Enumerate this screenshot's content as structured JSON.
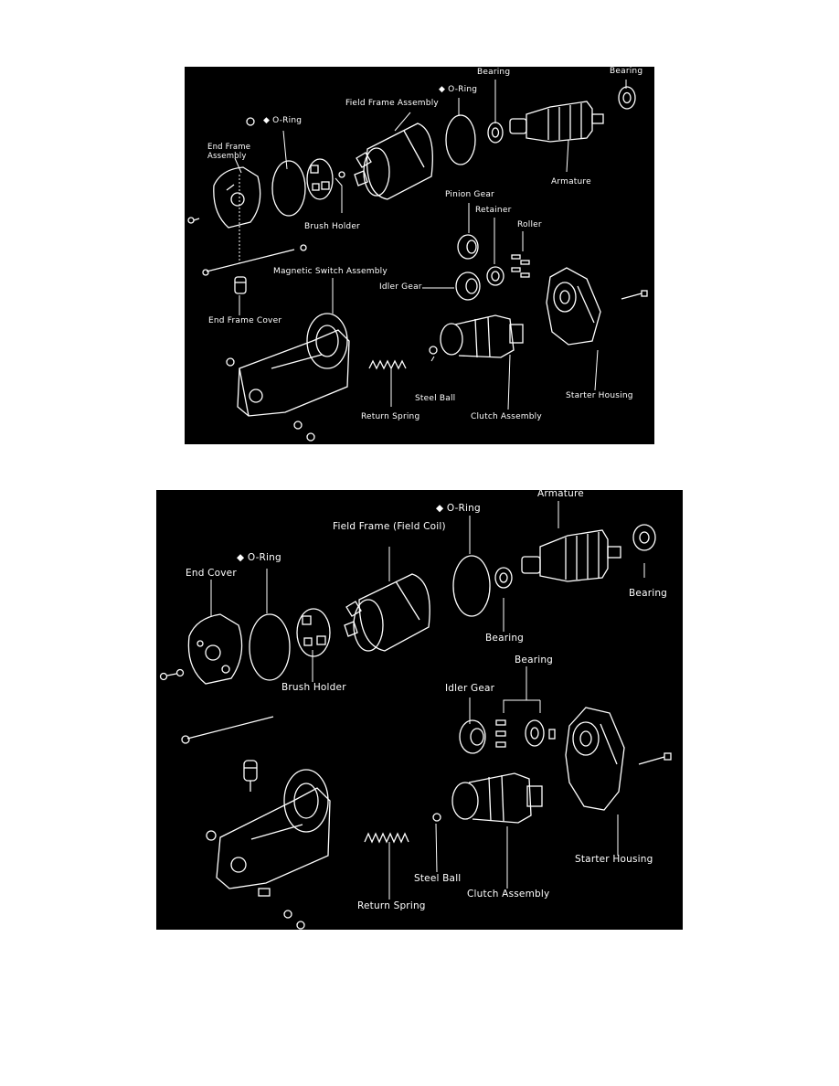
{
  "diagram_top": {
    "labels": {
      "bearing_1": "Bearing",
      "bearing_2": "Bearing",
      "o_ring_1": "◆ O-Ring",
      "field_frame": "Field Frame Assembly",
      "o_ring_2": "◆ O-Ring",
      "end_frame_line1": "End Frame",
      "end_frame_line2": "Assembly",
      "armature": "Armature",
      "brush_holder": "Brush Holder",
      "pinion_gear": "Pinion Gear",
      "retainer": "Retainer",
      "roller": "Roller",
      "magnetic_switch": "Magnetic Switch Assembly",
      "idler_gear": "Idler Gear",
      "end_frame_cover": "End Frame Cover",
      "steel_ball": "Steel Ball",
      "starter_housing": "Starter Housing",
      "return_spring": "Return Spring",
      "clutch_assembly": "Clutch Assembly"
    }
  },
  "diagram_bottom": {
    "labels": {
      "armature": "Armature",
      "o_ring_1": "◆ O-Ring",
      "field_frame": "Field Frame (Field Coil)",
      "o_ring_2": "◆ O-Ring",
      "end_cover": "End Cover",
      "bearing_1": "Bearing",
      "bearing_2": "Bearing",
      "brush_holder": "Brush Holder",
      "bearing_3": "Bearing",
      "idler_gear": "Idler Gear",
      "starter_housing": "Starter Housing",
      "steel_ball": "Steel Ball",
      "clutch_assembly": "Clutch Assembly",
      "return_spring": "Return Spring"
    }
  }
}
